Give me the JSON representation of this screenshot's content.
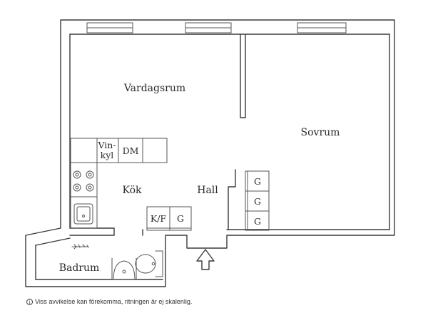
{
  "rooms": {
    "living": "Vardagsrum",
    "bedroom": "Sovrum",
    "kitchen": "Kök",
    "hall": "Hall",
    "bathroom": "Badrum"
  },
  "fixtures": {
    "wine_fridge_line1": "Vin-",
    "wine_fridge_line2": "kyl",
    "dishwasher": "DM",
    "fridge_freezer": "K/F",
    "wardrobe_hall": "G",
    "wardrobe_1": "G",
    "wardrobe_2": "G",
    "wardrobe_3": "G"
  },
  "footer": {
    "info_icon": "info-icon",
    "disclaimer": "Viss avvikelse kan förekomma, ritningen är ej skalenlig."
  }
}
